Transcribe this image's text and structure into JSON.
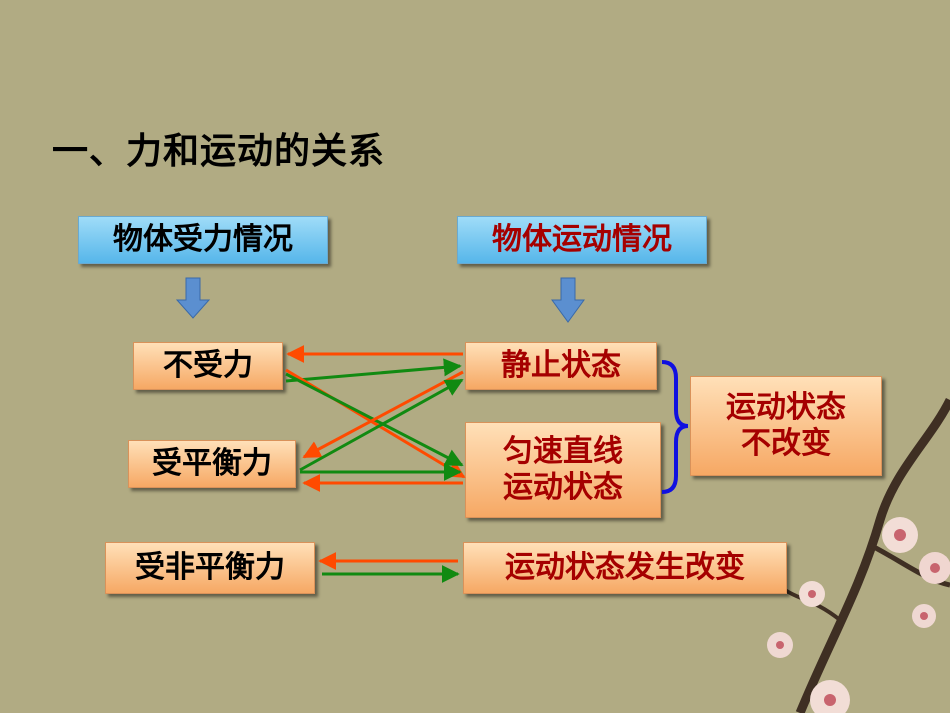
{
  "title": "一、力和运动的关系",
  "headers": {
    "force": "物体受力情况",
    "motion": "物体运动情况"
  },
  "force_states": {
    "no_force": "不受力",
    "balanced": "受平衡力",
    "unbalanced": "受非平衡力"
  },
  "motion_states": {
    "rest": "静止状态",
    "uniform_line1": "匀速直线",
    "uniform_line2": "运动状态",
    "unchanged_line1": "运动状态",
    "unchanged_line2": "不改变",
    "changed": "运动状态发生改变"
  },
  "colors": {
    "background": "#b1ab83",
    "red_arrow": "#ff4a00",
    "green_arrow": "#118a11",
    "brace": "#1010e0",
    "down_arrow": "#5b8fd0",
    "red_text": "#a50000"
  }
}
